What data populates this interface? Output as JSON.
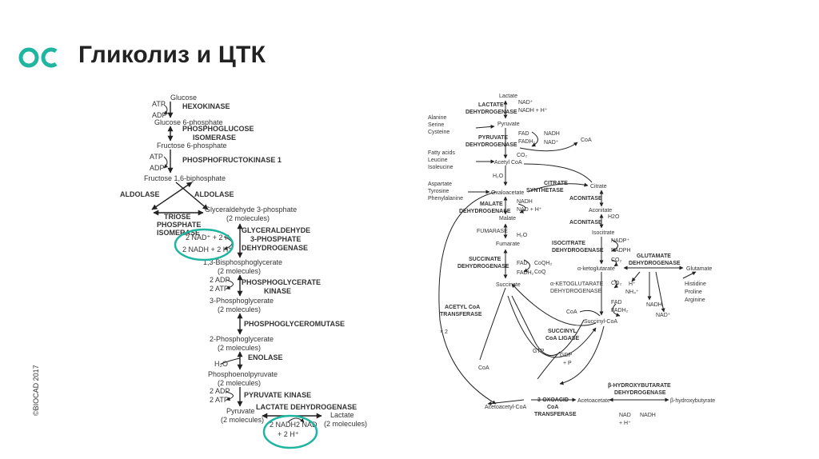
{
  "slide": {
    "title": "Гликолиз и ЦТК",
    "copyright": "©BIOCAD 2017",
    "brand_color": "#1fb5a0"
  },
  "glycolysis": {
    "metabolites": {
      "glucose": "Glucose",
      "g6p": "Glucose 6-phosphate",
      "f6p": "Fructose 6-phosphate",
      "f16bp": "Fructose 1,6-biphosphate",
      "gap": "Glyceraldehyde 3-phosphate",
      "gap_mol": "(2 molecules)",
      "bpg": "1,3-Bisphosphoglycerate",
      "bpg_mol": "(2 molecules)",
      "pg3": "3-Phosphoglycerate",
      "pg3_mol": "(2 molecules)",
      "pg2": "2-Phosphoglycerate",
      "pg2_mol": "(2 molecules)",
      "pep": "Phosphoenolpyruvate",
      "pep_mol": "(2 molecules)",
      "pyr": "Pyruvate",
      "pyr_mol": "(2 molecules)",
      "lac": "Lactate",
      "lac_mol": "(2 molecules)"
    },
    "enzymes": {
      "hexokinase": "HEXOKINASE",
      "pgi_1": "PHOSPHOGLUCOSE",
      "pgi_2": "ISOMERASE",
      "pfk": "PHOSPHOFRUCTOKINASE 1",
      "aldolase": "ALDOLASE",
      "tpi_1": "TRIOSE",
      "tpi_2": "PHOSPHATE",
      "tpi_3": "ISOMERASE",
      "gapdh_1": "GLYCERALDEHYDE",
      "gapdh_2": "3-PHOSPHATE",
      "gapdh_3": "DEHYDROGENASE",
      "pgk_1": "PHOSPHOGLYCERATE",
      "pgk_2": "KINASE",
      "pgm": "PHOSPHOGLYCEROMUTASE",
      "enolase": "ENOLASE",
      "pk": "PYRUVATE KINASE",
      "ldh": "LACTATE DEHYDROGENASE"
    },
    "cofactors": {
      "atp1": "ATP",
      "adp1": "ADP",
      "atp2": "ATP",
      "adp2": "ADP",
      "nad": "2 NAD⁺ + 2 P",
      "nadh": "2 NADH + 2 H⁺",
      "adp3": "2 ADP",
      "atp3": "2 ATP",
      "h2o": "H₂O",
      "adp4": "2 ADP",
      "atp4": "2 ATP",
      "nadh2a": "2 NADH",
      "nadh2b": "+ 2 H⁺",
      "nad2": "2 NAD"
    }
  },
  "tca": {
    "metabolites": {
      "lactate": "Lactate",
      "pyruvate": "Pyruvate",
      "acetylcoa": "Acetyl CoA",
      "oxaloacetate": "Oxaloacetate",
      "malate": "Malate",
      "fumarate": "Fumarate",
      "succinate": "Succinate",
      "citrate": "Citrate",
      "aconitate": "Aconitate",
      "isocitrate": "Isocitrate",
      "akg": "α-ketoglutarate",
      "succoa": "Succinyl-CoA",
      "acetoacetylcoa": "Acetoacetyl-CoA",
      "acetoacetate": "Acetoacetate",
      "hbutyrate": "β-hydroxybutyrate",
      "glutamate": "Glutamate"
    },
    "inputs": {
      "ala": "Alanine",
      "ser": "Serine",
      "cys": "Cysteine",
      "fatty": "Fatty acids",
      "leu": "Leucine",
      "ile": "Isoleucine",
      "asp": "Aspartate",
      "tyr": "Tyrosine",
      "phe": "Phenylalanine",
      "his": "Histidine",
      "pro": "Proline",
      "arg": "Arginine"
    },
    "enzymes": {
      "ldh_1": "LACTATE",
      "ldh_2": "DEHYDROGENASE",
      "pdh_1": "PYRUVATE",
      "pdh_2": "DEHYDROGENASE",
      "cs_1": "CITRATE",
      "cs_2": "SYNTHETASE",
      "aconitase1": "ACONITASE",
      "aconitase2": "ACONITASE",
      "mdh_1": "MALATE",
      "mdh_2": "DEHYDROGENASE",
      "fumarase": "FUMARASE",
      "idh_1": "ISOCITRATE",
      "idh_2": "DEHYDROGENASE",
      "gdh_1": "GLUTAMATE",
      "gdh_2": "DEHYDROGENASE",
      "sdh_1": "SUCCINATE",
      "sdh_2": "DEHYDROGENASE",
      "akgdh_1": "α-KETOGLUTARATE",
      "akgdh_2": "DEHYDROGENASE",
      "scs_1": "SUCCINYL",
      "scs_2": "CoA LIGASE",
      "act_1": "ACETYL CoA",
      "act_2": "TRANSFERASE",
      "oxct_1": "3-OXOACID",
      "oxct_2": "CoA",
      "oxct_3": "TRANSFERASE",
      "bhbd_1": "β-HYDROXYBUTARATE",
      "bhbd_2": "DEHYDROGENASE"
    },
    "cofactors": {
      "nad_l": "NAD⁺",
      "nadh_l": "NADH + H⁺",
      "fad_p": "FAD",
      "fadh_p": "FADH₂",
      "nadh_p": "NADH",
      "nad_p": "NAD⁺",
      "co2_p": "CO₂",
      "coa_p": "CoA",
      "h2o_cs": "H₂O",
      "nadh_m": "NADH",
      "nad_m": "NAD + H⁺",
      "h2o_f": "H₂O",
      "fad_s": "FAD",
      "fadh_s": "FADH₂",
      "coqh_s": "CoQH₂",
      "coq_s": "CoQ",
      "h2o_a": "H2O",
      "nadp_i": "NADP⁺",
      "nadph_i": "NADPH",
      "co2_i": "CO₂",
      "h_g": "H⁺",
      "nh4_g": "NH₄⁺",
      "nadh_g": "NADH",
      "nad_g": "NAD⁺",
      "co2_k": "CO₂",
      "coa_k": "CoA",
      "fad_k": "FAD",
      "fadh_k": "FADH₂",
      "gtp": "GTP",
      "gdp": "GDP",
      "p": "+ P",
      "x2": "× 2",
      "coa_t": "CoA",
      "nad_b": "NAD",
      "nadh_b": "NADH",
      "h_b": "+ H⁺"
    }
  }
}
